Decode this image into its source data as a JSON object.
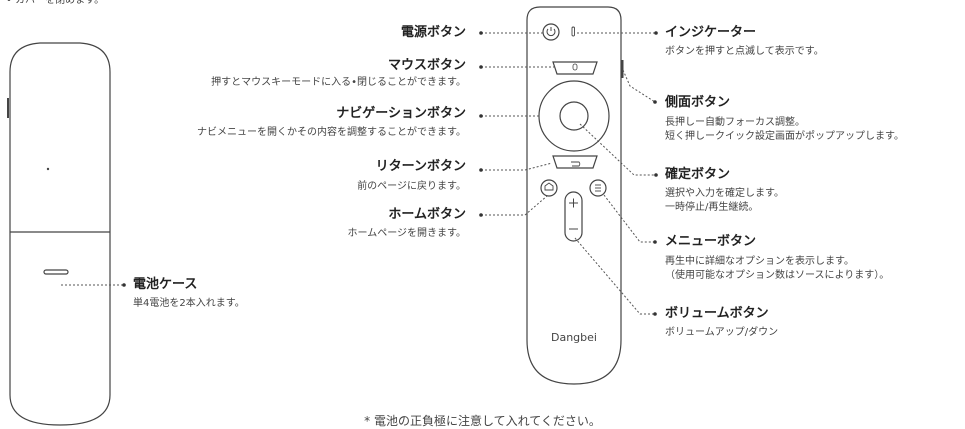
{
  "top_note": "• カバーを閉めます。",
  "remote": {
    "brand": "Dangbei"
  },
  "labels": {
    "power": {
      "title": "電源ボタン"
    },
    "mouse": {
      "title": "マウスボタン",
      "desc": "押すとマウスキーモードに入る•閉じることができます。"
    },
    "navi": {
      "title": "ナビゲーションボタン",
      "desc": "ナビメニューを開くかその内容を調整することができます。"
    },
    "return": {
      "title": "リターンボタン",
      "desc": "前のページに戻ります。"
    },
    "home": {
      "title": "ホームボタン",
      "desc": "ホームページを開きます。"
    },
    "indicator": {
      "title": "インジケーター",
      "desc": "ボタンを押すと点滅して表示です。"
    },
    "side": {
      "title": "側面ボタン",
      "desc1": "長押しー自動フォーカス調整。",
      "desc2": "短く押しークイック設定画面がポップアップします。"
    },
    "confirm": {
      "title": "確定ボタン",
      "desc1": "選択や入力を確定します。",
      "desc2": "一時停止/再生継続。"
    },
    "menu": {
      "title": "メニューボタン",
      "desc1": "再生中に詳細なオプションを表示します。",
      "desc2": "（使用可能なオプション数はソースによります）。"
    },
    "volume": {
      "title": "ボリュームボタン",
      "desc": "ボリュームアップ/ダウン"
    },
    "battery": {
      "title": "電池ケース",
      "desc": "単4電池を2本入れます。"
    }
  },
  "footer_note": "* 電池の正負極に注意して入れてください。"
}
